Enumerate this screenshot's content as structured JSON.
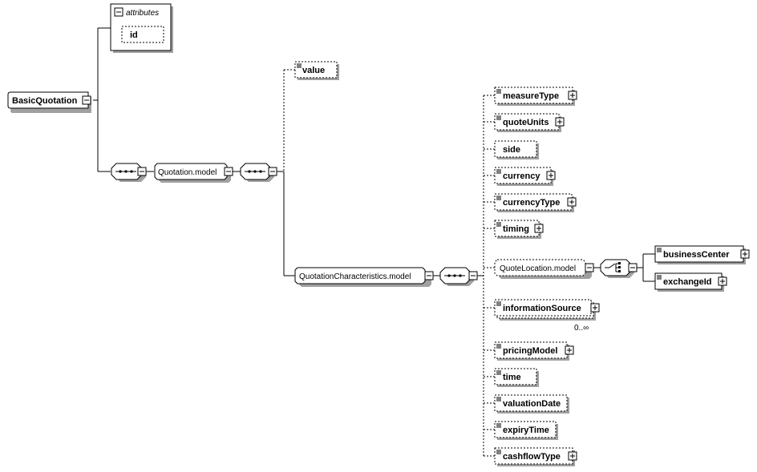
{
  "root": {
    "label": "BasicQuotation"
  },
  "attributes": {
    "header": "attributes",
    "items": [
      "id"
    ]
  },
  "groups": {
    "quotation_model": "Quotation.model",
    "quotation_characteristics_model": "QuotationCharacteristics.model",
    "quote_location_model": "QuoteLocation.model"
  },
  "elements": {
    "value": "value",
    "measureType": "measureType",
    "quoteUnits": "quoteUnits",
    "side": "side",
    "currency": "currency",
    "currencyType": "currencyType",
    "timing": "timing",
    "informationSource": "informationSource",
    "informationSource_cardinality": "0..∞",
    "pricingModel": "pricingModel",
    "time": "time",
    "valuationDate": "valuationDate",
    "expiryTime": "expiryTime",
    "cashflowType": "cashflowType",
    "businessCenter": "businessCenter",
    "exchangeId": "exchangeId"
  },
  "icons": [
    "collapse-icon",
    "expand-icon",
    "sequence-compositor-icon",
    "choice-compositor-icon",
    "documentation-icon"
  ]
}
